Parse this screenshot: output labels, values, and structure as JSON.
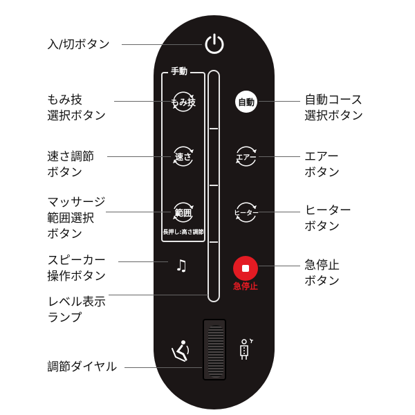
{
  "remote": {
    "manual_group_title": "手動",
    "buttons": {
      "momi_waza": "もみ技",
      "speed": "速さ",
      "range": "範囲",
      "auto": "自動",
      "air": "エアー",
      "heater": "ヒーター"
    },
    "range_note": "長押し:高さ調節",
    "emergency_stop_label": "急停止",
    "speaker_glyph": "♫"
  },
  "labels": {
    "power": "入/切ボタン",
    "momi_waza": [
      "もみ技",
      "選択ボタン"
    ],
    "speed": [
      "速さ調節",
      "ボタン"
    ],
    "range": [
      "マッサージ",
      "範囲選択",
      "ボタン"
    ],
    "speaker": [
      "スピーカー",
      "操作ボタン"
    ],
    "level": [
      "レベル表示",
      "ランプ"
    ],
    "dial": "調節ダイヤル",
    "auto": [
      "自動コース",
      "選択ボタン"
    ],
    "air": [
      "エアー",
      "ボタン"
    ],
    "heater": [
      "ヒーター",
      "ボタン"
    ],
    "stop": [
      "急停止",
      "ボタン"
    ]
  },
  "colors": {
    "remote_body": "#1b1616",
    "stop_red": "#e31b23",
    "text": "#111111"
  }
}
